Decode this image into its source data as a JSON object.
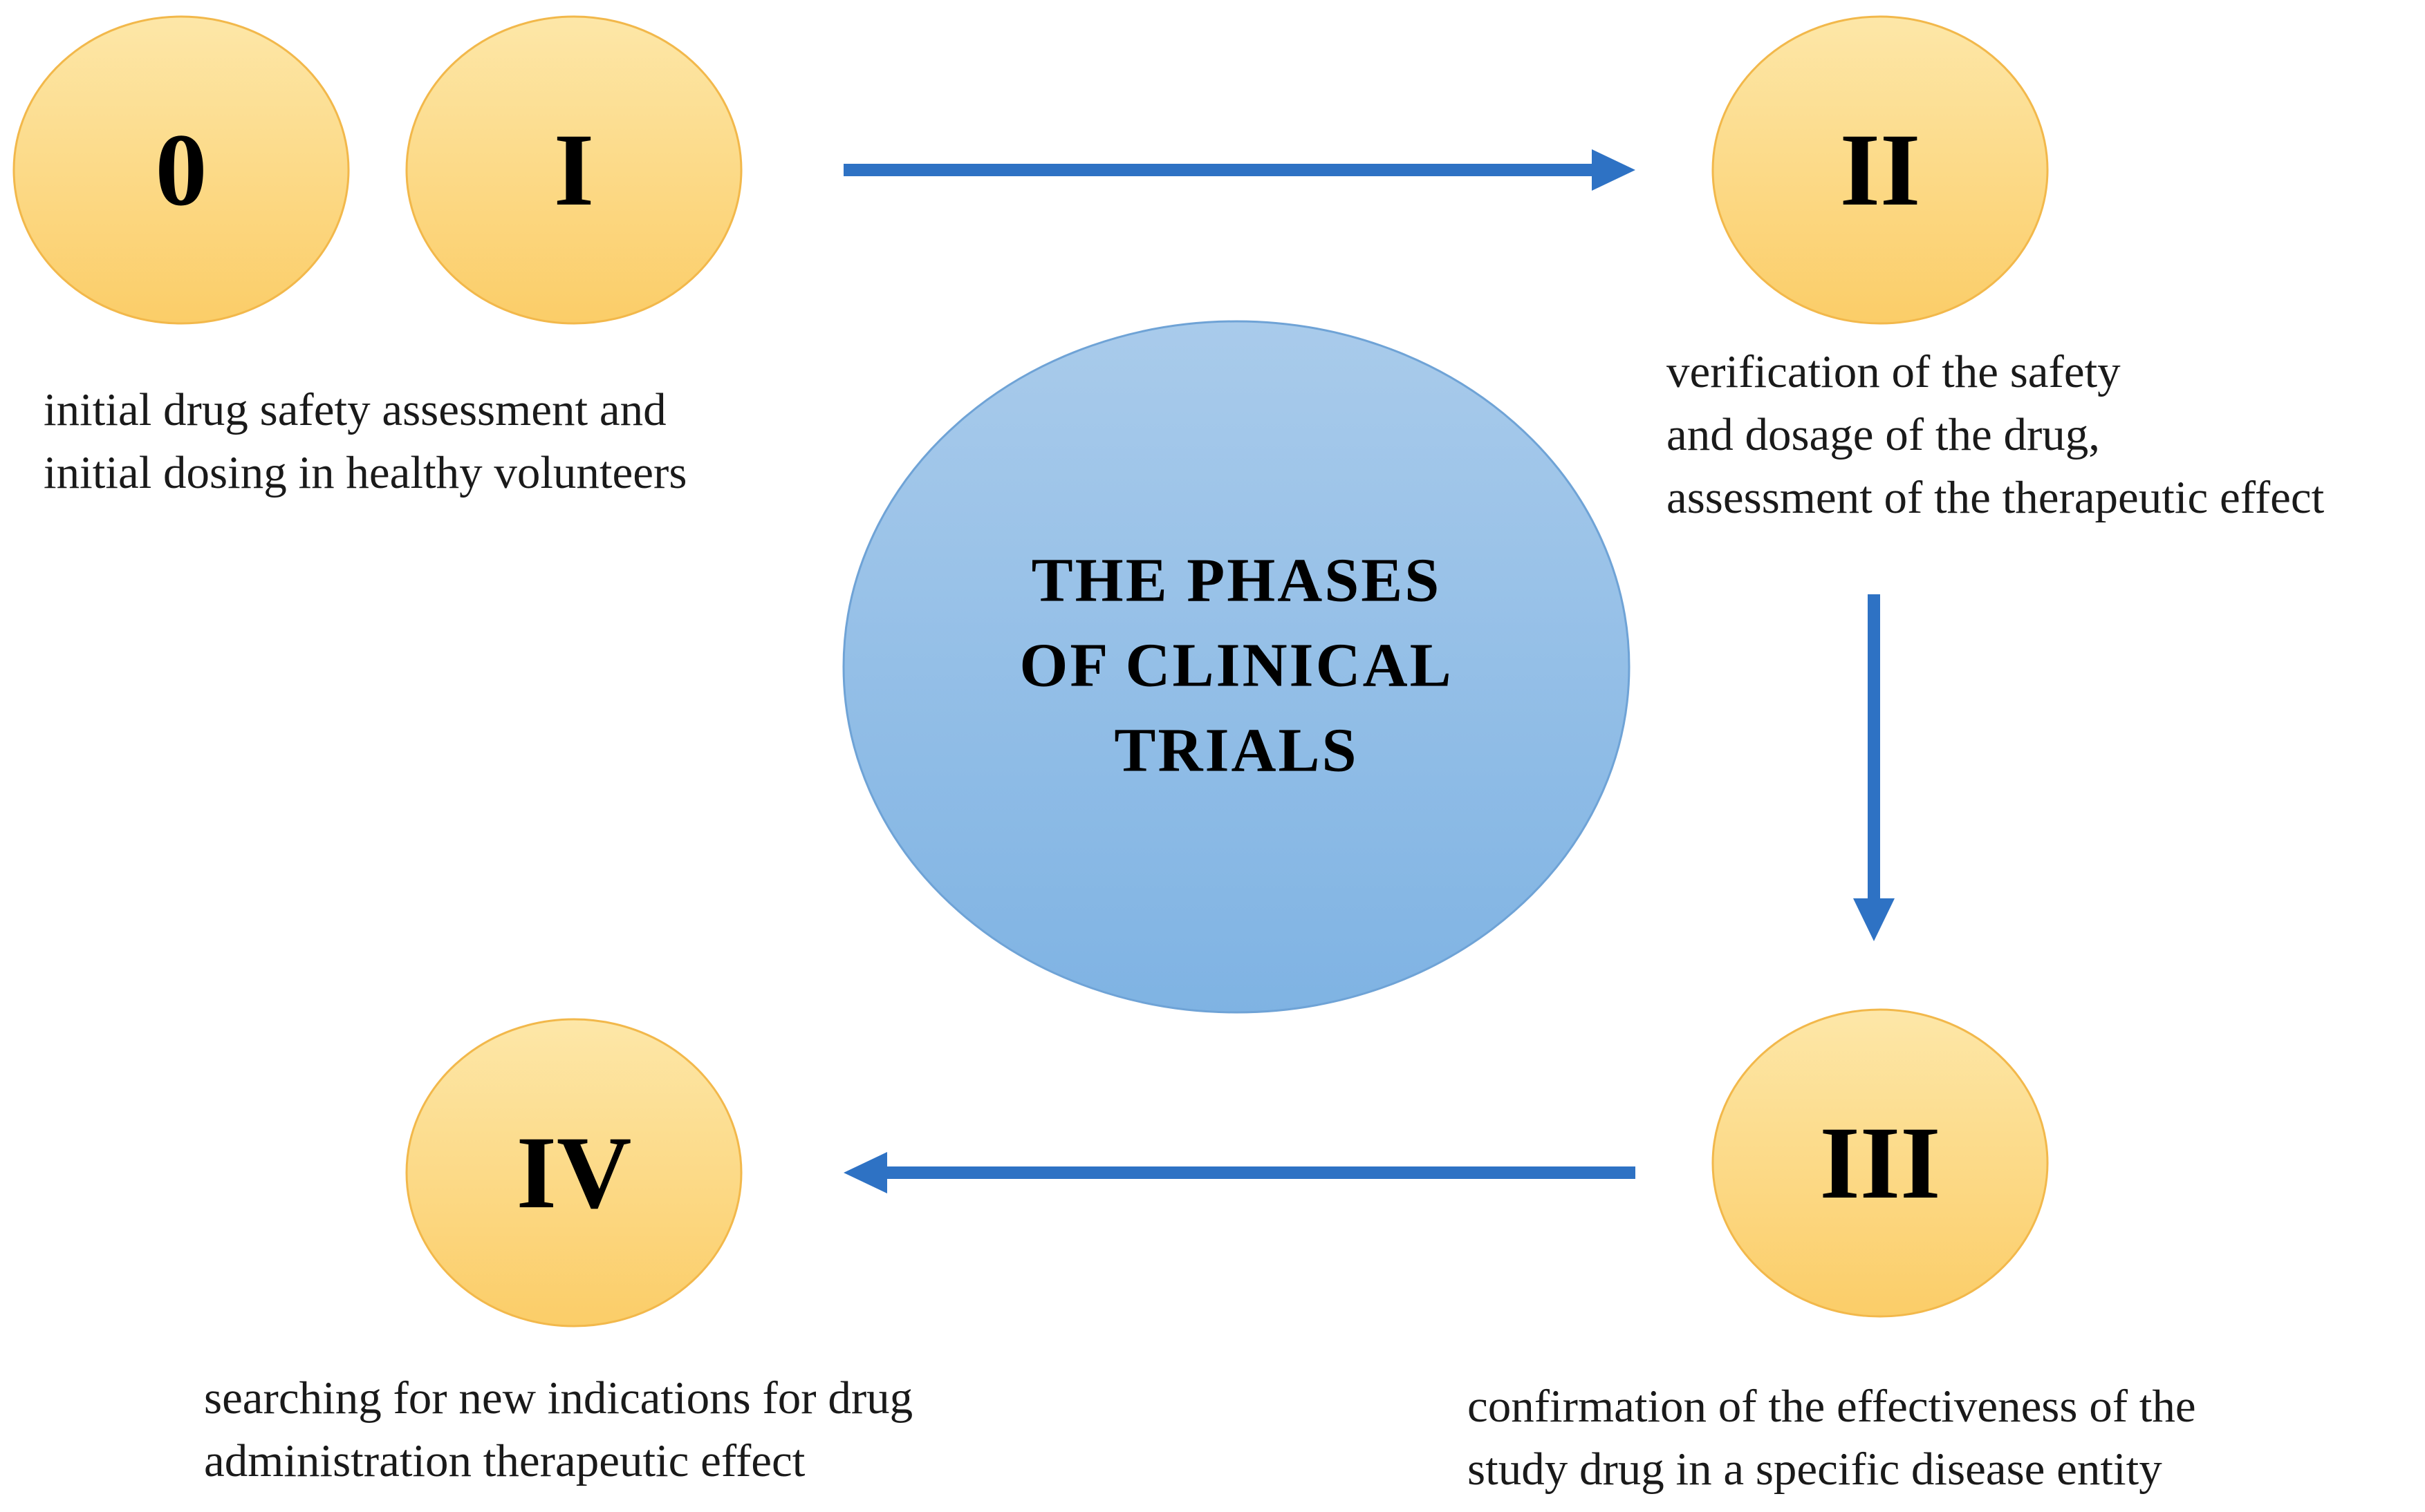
{
  "diagram": {
    "center_title": [
      "THE PHASES",
      "OF CLINICAL",
      "TRIALS"
    ],
    "phases": [
      {
        "id": "0",
        "label": "0"
      },
      {
        "id": "1",
        "label": "I"
      },
      {
        "id": "2",
        "label": "II"
      },
      {
        "id": "3",
        "label": "III"
      },
      {
        "id": "4",
        "label": "IV"
      }
    ],
    "descriptions": {
      "phase_0_1": [
        "initial drug safety assessment and",
        "initial dosing in healthy volunteers"
      ],
      "phase_2": [
        "verification of the safety",
        "and dosage of the drug,",
        "assessment of the therapeutic effect"
      ],
      "phase_3": [
        "confirmation of the effectiveness of the",
        "study drug in a specific disease entity"
      ],
      "phase_4": [
        "searching for new indications for drug",
        "administration therapeutic effect"
      ]
    },
    "flow": [
      "I → II",
      "II → III",
      "III → IV"
    ],
    "colors": {
      "phase_fill_top": "#fde7a8",
      "phase_fill_bottom": "#fbcd68",
      "phase_stroke": "#f2b84b",
      "center_fill_top": "#a9cbeb",
      "center_fill_bottom": "#7fb3e3",
      "center_stroke": "#6fa3d6",
      "arrow": "#2e72c4"
    }
  }
}
